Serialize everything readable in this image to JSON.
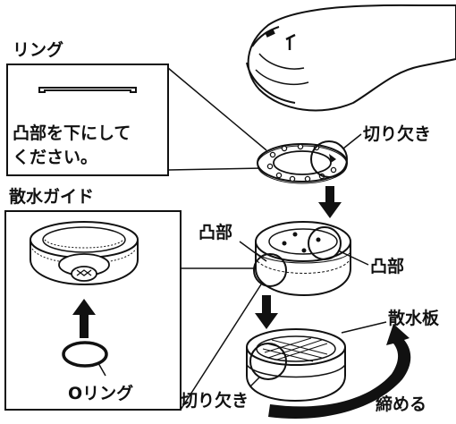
{
  "labels": {
    "ring": "リング",
    "ring_note_line1": "凸部を下にして",
    "ring_note_line2": "ください。",
    "notch_top": "切り欠き",
    "spray_guide": "散水ガイド",
    "protrusion_left": "凸部",
    "protrusion_right": "凸部",
    "spray_plate": "散水板",
    "o_ring": "Oリング",
    "notch_bottom": "切り欠き",
    "tighten": "締める"
  }
}
